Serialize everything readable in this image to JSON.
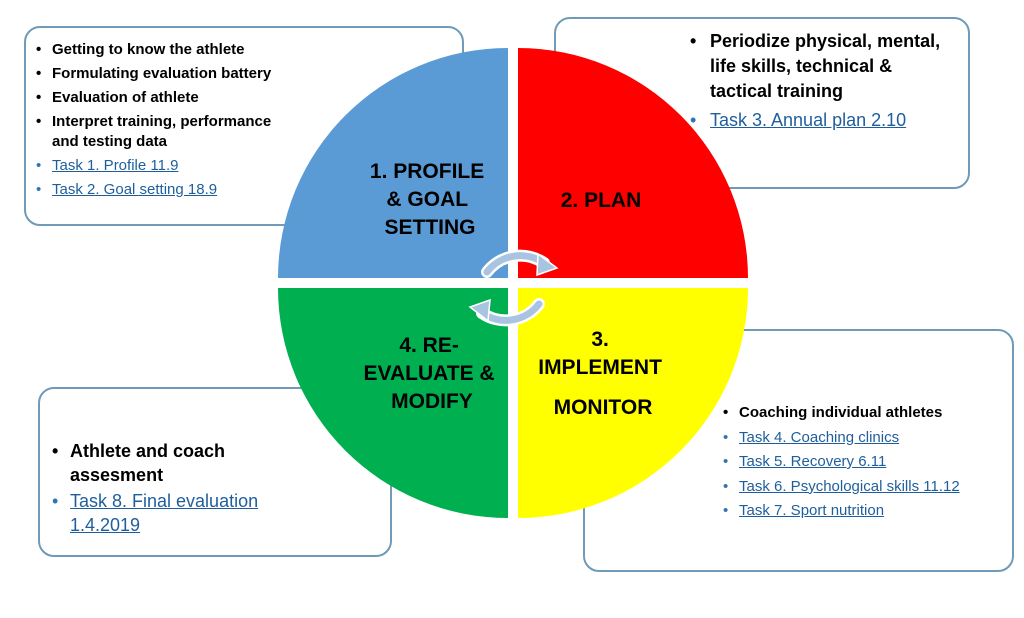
{
  "colors": {
    "profile": "#5b9bd5",
    "plan": "#ff0000",
    "implement": "#ffff00",
    "reevaluate": "#00b050",
    "box_border": "#6f9ab8",
    "link": "#1f5e9c"
  },
  "quadrants": {
    "profile": {
      "lines": [
        "1. PROFILE",
        "& GOAL",
        "SETTING"
      ]
    },
    "plan": {
      "lines": [
        "2. PLAN"
      ]
    },
    "implement": {
      "lines": [
        "3.",
        "IMPLEMENT",
        "MONITOR"
      ]
    },
    "reevaluate": {
      "lines": [
        "4. RE-",
        "EVALUATE &",
        "MODIFY"
      ]
    }
  },
  "box1": {
    "items": [
      "Getting to know the athlete",
      "Formulating evaluation  battery",
      "Evaluation of athlete",
      "Interpret training, performance",
      "and testing data"
    ],
    "tasks": [
      "Task 1. Profile 11.9",
      "Task 2. Goal setting 18.9"
    ]
  },
  "box2": {
    "items": [
      "Periodize physical, mental, life skills, technical & tactical training"
    ],
    "tasks": [
      "Task 3. Annual plan 2.10"
    ]
  },
  "box3": {
    "items": [
      "Coaching individual athletes"
    ],
    "tasks": [
      "Task 4. Coaching clinics",
      "Task 5. Recovery 6.11",
      "Task 6. Psychological skills 11.12",
      "Task 7. Sport nutrition"
    ]
  },
  "box4": {
    "items": [
      "Athlete and coach assesment"
    ],
    "tasks": [
      "Task 8.  Final evaluation 1.4.2019"
    ]
  },
  "cycle_icon": "circular-arrows-icon"
}
